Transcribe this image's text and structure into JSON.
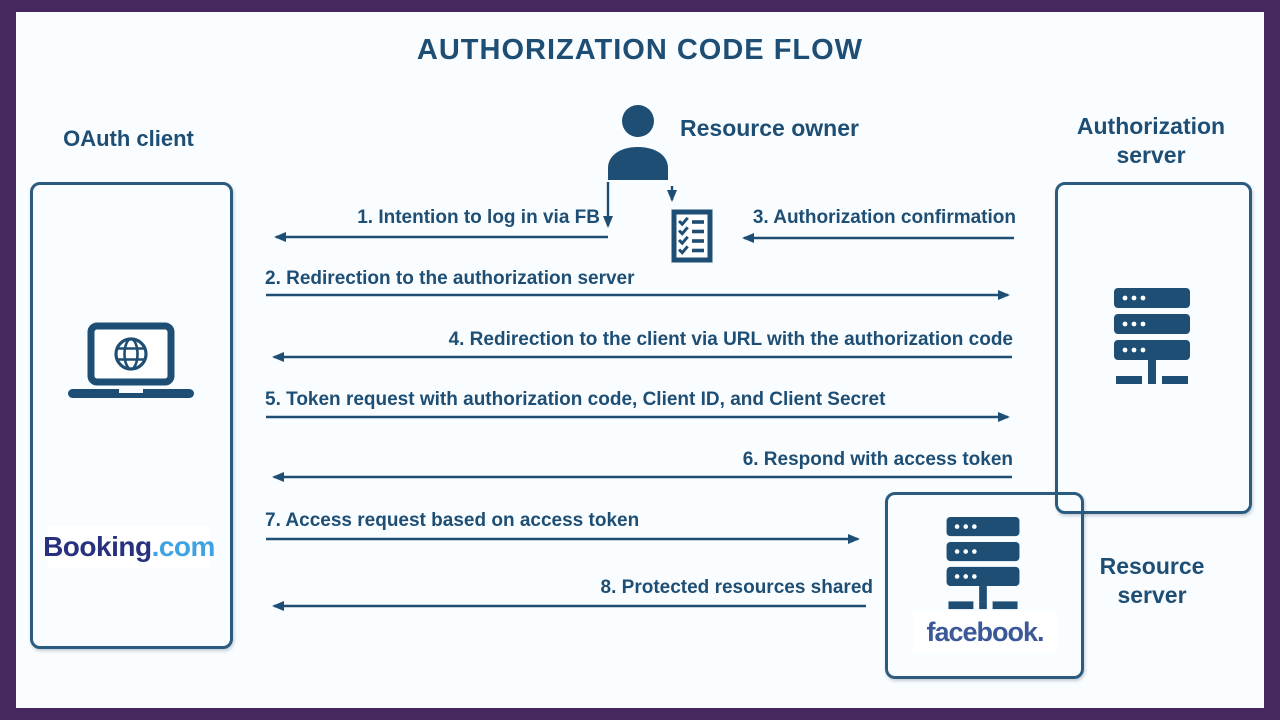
{
  "title": "AUTHORIZATION CODE FLOW",
  "entities": {
    "oauth_client": {
      "label": "OAuth client",
      "logo_dark": "Booking",
      "logo_light": ".com"
    },
    "resource_owner": {
      "label": "Resource owner"
    },
    "authorization_server": {
      "label": "Authorization server"
    },
    "resource_server": {
      "label": "Resource server",
      "logo": "facebook."
    }
  },
  "steps": [
    {
      "label": "1. Intention to log in via FB",
      "direction": "resource-owner to oauth-client"
    },
    {
      "label": "2. Redirection to the authorization server",
      "direction": "oauth-client to authorization-server"
    },
    {
      "label": "3. Authorization confirmation",
      "direction": "authorization-server to resource-owner"
    },
    {
      "label": "4. Redirection to the client via URL with the authorization code",
      "direction": "authorization-server to oauth-client"
    },
    {
      "label": "5. Token request with authorization code, Client ID, and Client Secret",
      "direction": "oauth-client to authorization-server"
    },
    {
      "label": "6. Respond with access token",
      "direction": "authorization-server to oauth-client"
    },
    {
      "label": "7. Access request based on access token",
      "direction": "oauth-client to resource-server"
    },
    {
      "label": "8. Protected resources shared",
      "direction": "resource-server to oauth-client"
    }
  ],
  "icons": [
    "person-icon",
    "checklist-icon",
    "laptop-icon",
    "globe-icon",
    "server-icon"
  ],
  "colors": {
    "frame": "#47285e",
    "background": "#fafdff",
    "ink": "#1e4e74",
    "booking_navy": "#28317e",
    "booking_blue": "#3fa3e3",
    "facebook_blue": "#3b5998"
  }
}
